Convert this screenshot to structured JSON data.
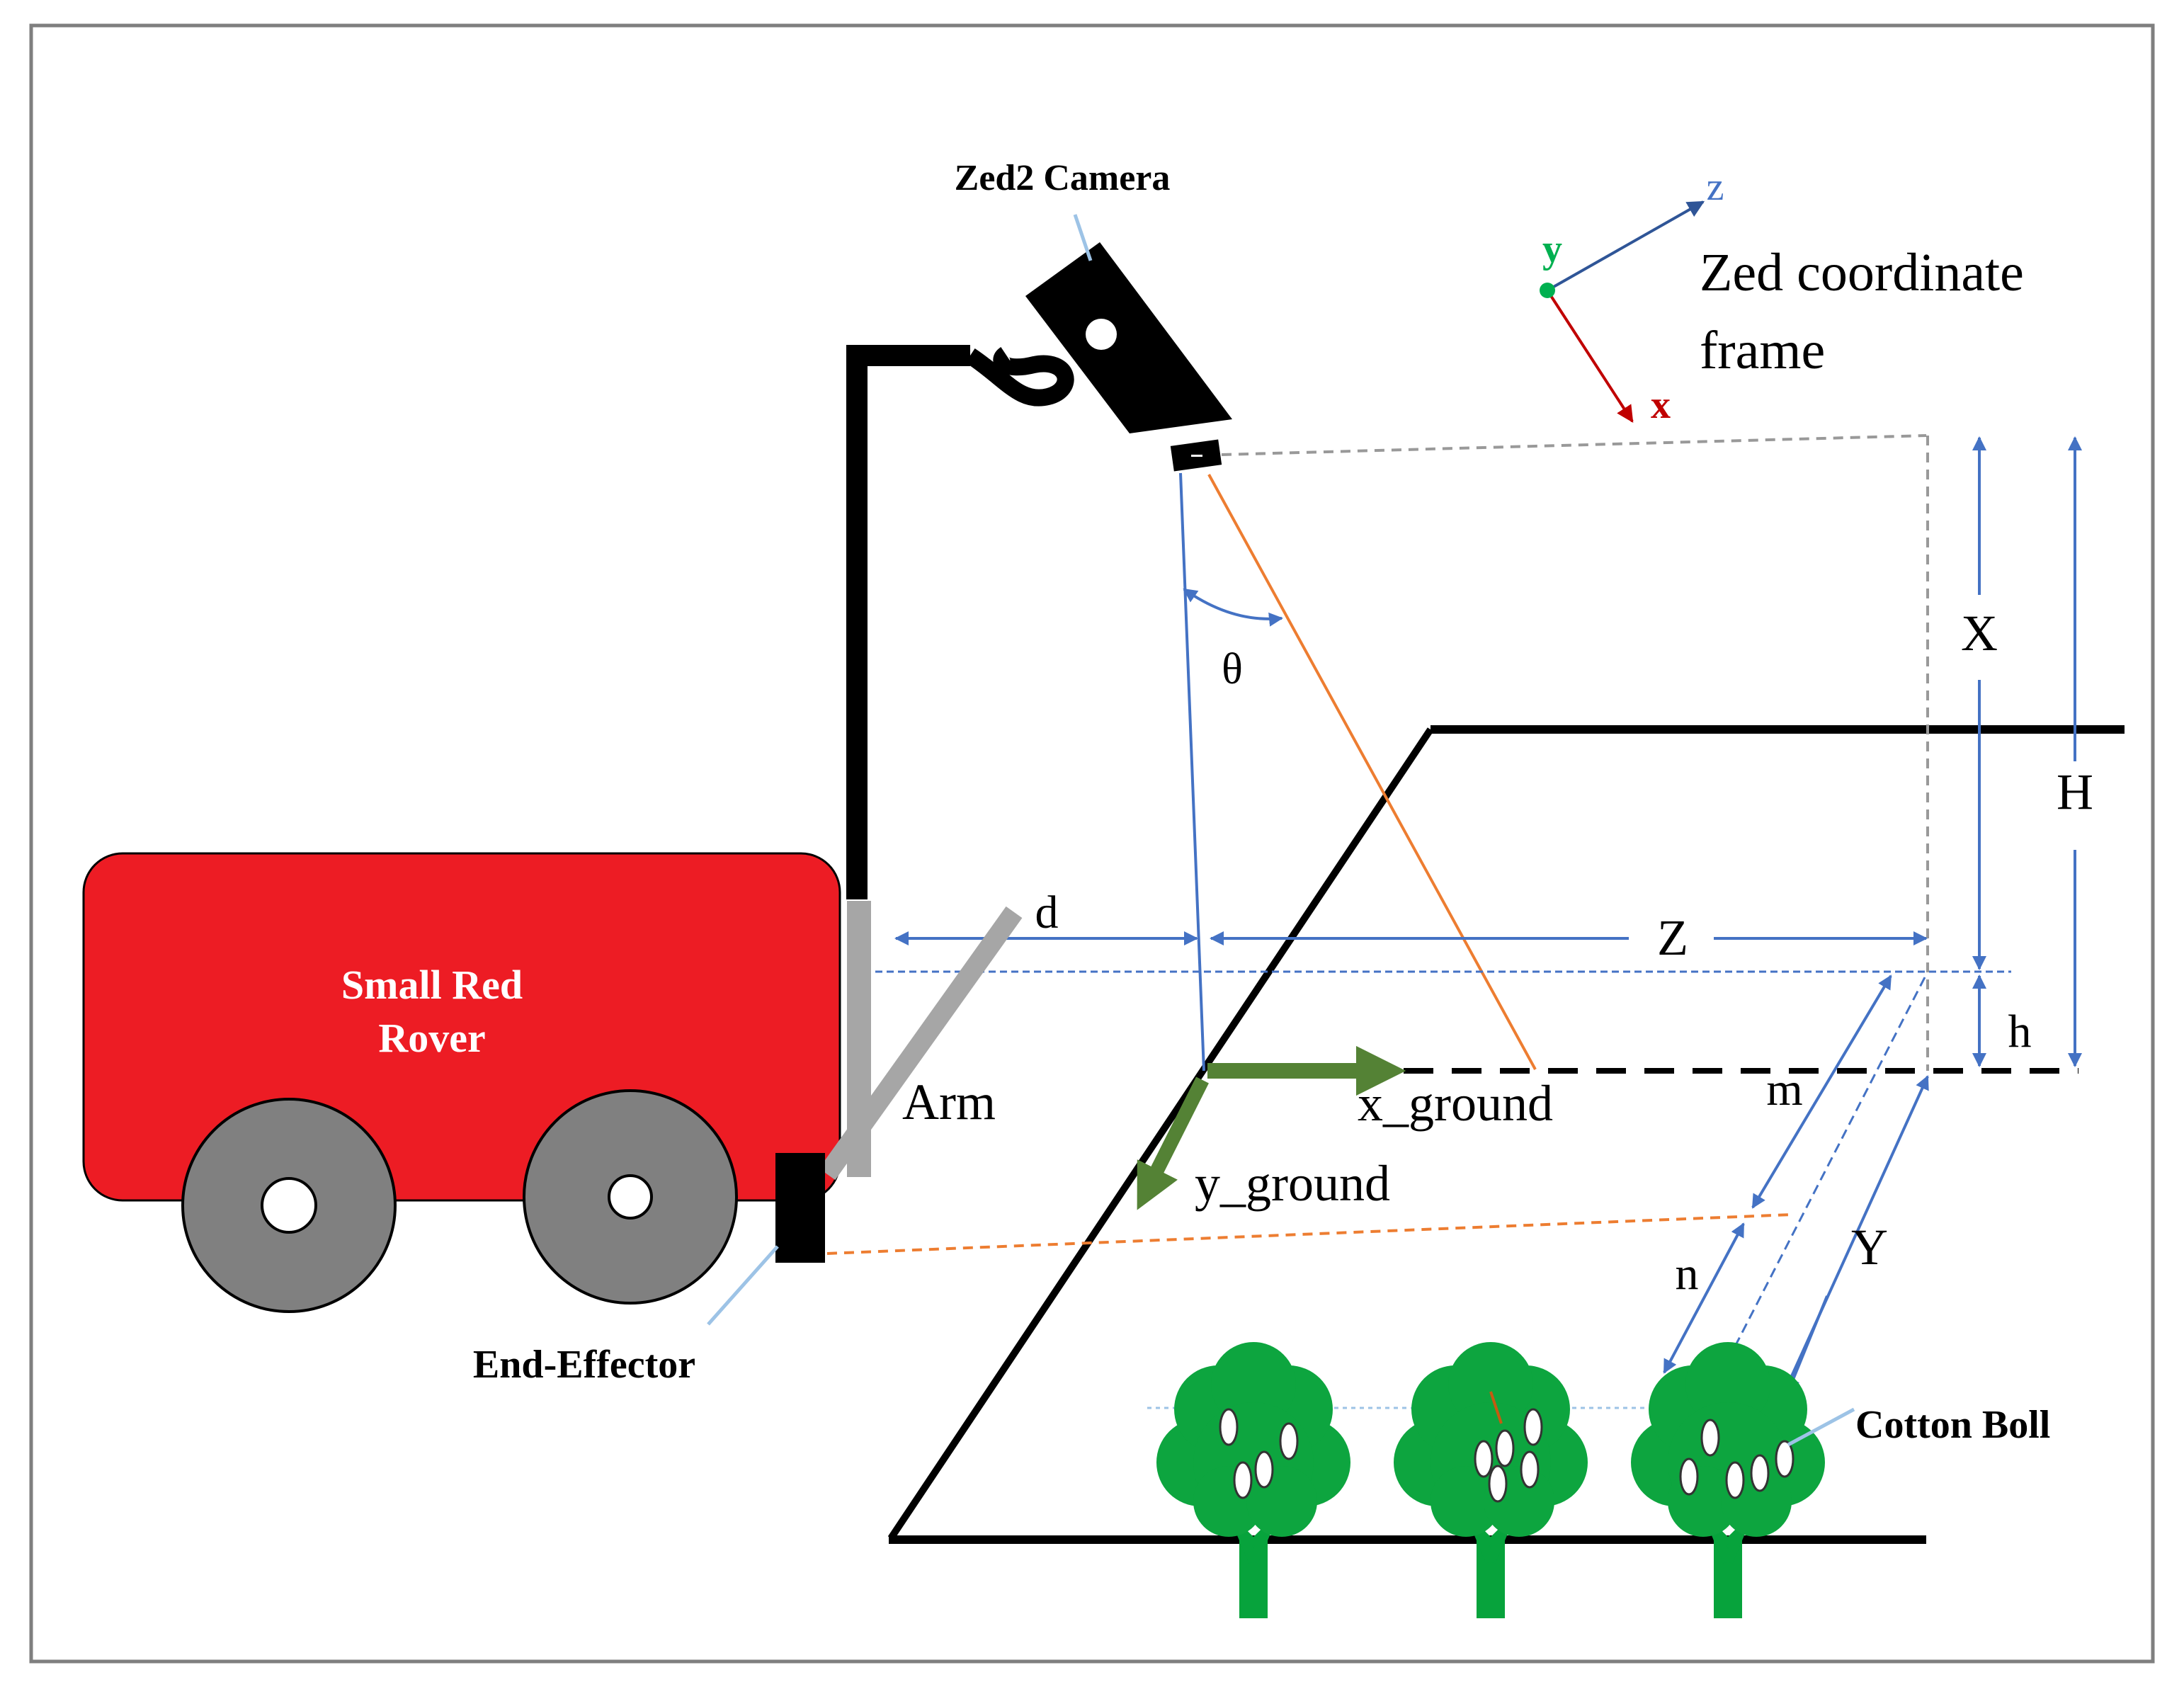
{
  "labels": {
    "camera": "Zed2 Camera",
    "coord_frame_line1": "Zed coordinate",
    "coord_frame_line2": "frame",
    "axis_z": "z",
    "axis_y": "y",
    "axis_x": "x",
    "theta": "θ",
    "rover_line1": "Small Red",
    "rover_line2": "Rover",
    "arm": "Arm",
    "end_effector": "End-Effector",
    "cotton_boll": "Cotton Boll",
    "x_ground": "x_ground",
    "y_ground": "y_ground",
    "dim_d": "d",
    "dim_Z": "Z",
    "dim_X": "X",
    "dim_H": "H",
    "dim_h": "h",
    "dim_m": "m",
    "dim_n": "n",
    "dim_Y": "Y"
  },
  "colors": {
    "rover": "#ed1c24",
    "rover_text": "#ffffff",
    "wheel": "#808080",
    "tree": "#0da53f",
    "trunk": "#07a33c",
    "dimension": "#4472c4",
    "camera_ray": "#ed7d31",
    "ground_axes": "#548235",
    "axis_z": "#2f5597",
    "axis_x": "#c00000",
    "axis_y_dot": "#00b050",
    "leader": "#9dc3e6",
    "frame_border": "#7f7f7f"
  }
}
